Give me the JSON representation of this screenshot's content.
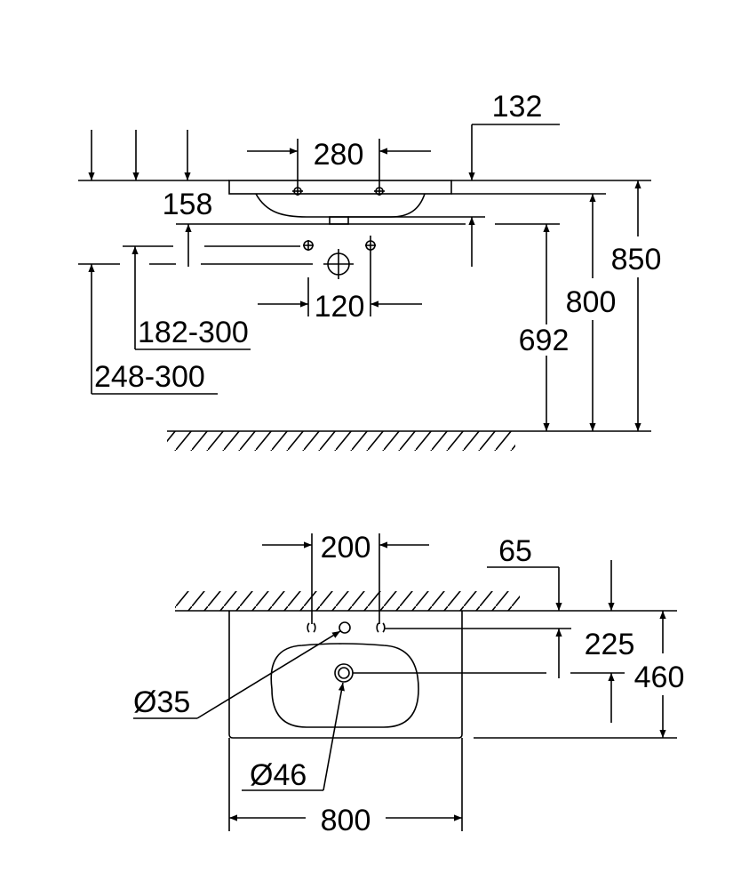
{
  "side_view": {
    "dims": {
      "tap_spacing": "280",
      "overflow_offset": "132",
      "drain_depth": "158",
      "trap_spacing": "120",
      "supply_height": "182-300",
      "waste_height": "248-300",
      "drain_height": "692",
      "bowl_underside_height": "800",
      "rim_height": "850"
    }
  },
  "plan_view": {
    "dims": {
      "tap_spacing": "200",
      "tap_hole_from_wall": "65",
      "drain_from_wall": "225",
      "depth": "460",
      "tap_hole_diameter": "Ø35",
      "drain_diameter": "Ø46",
      "width": "800"
    }
  },
  "colors": {
    "line": "#000000",
    "background": "#ffffff"
  }
}
